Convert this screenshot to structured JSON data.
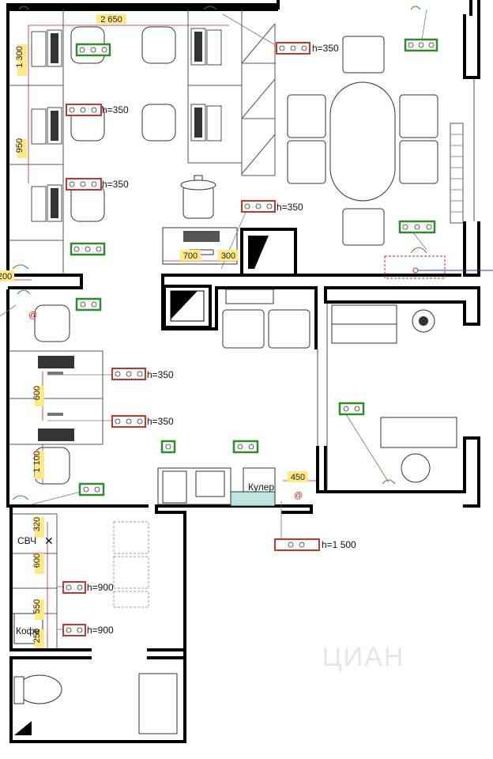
{
  "dimensions": {
    "d2650": "2 650",
    "d1300": "1 300",
    "d950": "950",
    "d700": "700",
    "d300": "300",
    "d200": "200",
    "d600a": "600",
    "d1100": "1 100",
    "d450": "450",
    "d320": "320",
    "d600b": "600",
    "d550": "550",
    "d250": "250"
  },
  "heights": {
    "h350a": "h=350",
    "h350b": "h=350",
    "h350c": "h=350",
    "h350d": "h=350",
    "h350e": "h=350",
    "h350f": "h=350",
    "h1500": "h=1 500",
    "h900a": "h=900",
    "h900b": "h=900"
  },
  "labels": {
    "svch": "СВЧ",
    "kofe": "Кофе",
    "kuler": "Кулер",
    "watermark": "ЦИАН"
  },
  "colors": {
    "socket_red": "#c0392b",
    "socket_green": "#2e8b2e",
    "dimension_fill": "#ffe88a",
    "wall": "#000000",
    "wire": "#1f3fbf"
  }
}
